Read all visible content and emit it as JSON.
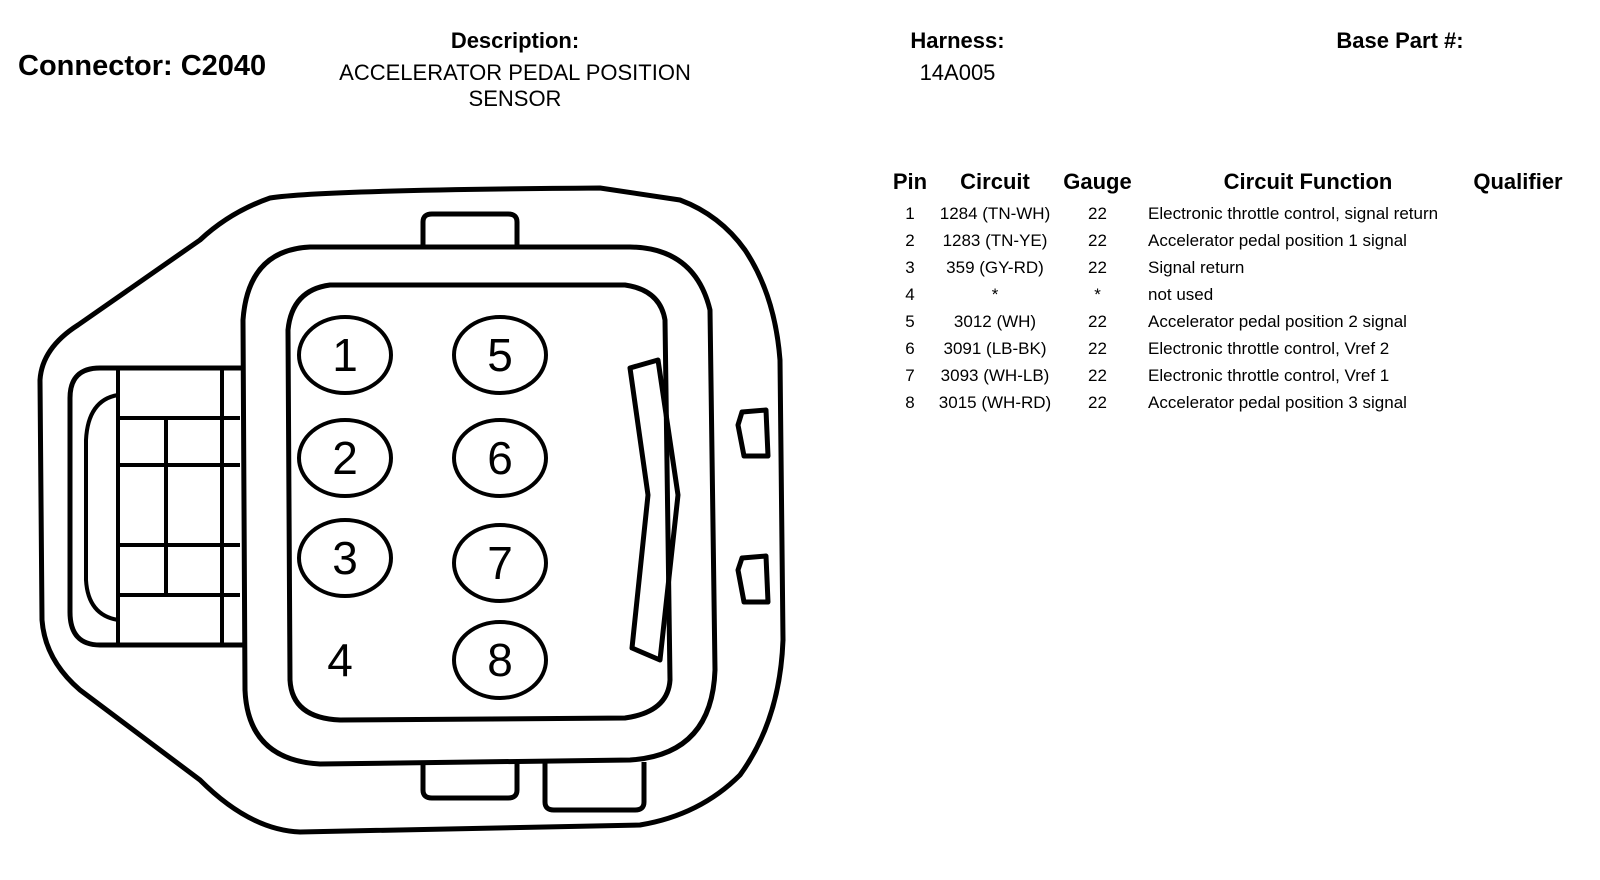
{
  "header": {
    "connector": "Connector: C2040",
    "description_label": "Description:",
    "description_line1": "ACCELERATOR PEDAL POSITION",
    "description_line2": "SENSOR",
    "harness_label": "Harness:",
    "harness_value": "14A005",
    "base_part_label": "Base Part #:"
  },
  "table": {
    "headers": {
      "pin": "Pin",
      "circuit": "Circuit",
      "gauge": "Gauge",
      "function": "Circuit Function",
      "qualifier": "Qualifier"
    },
    "rows": [
      {
        "pin": "1",
        "circuit": "1284 (TN-WH)",
        "gauge": "22",
        "function": "Electronic throttle control, signal return"
      },
      {
        "pin": "2",
        "circuit": "1283 (TN-YE)",
        "gauge": "22",
        "function": "Accelerator pedal position 1 signal"
      },
      {
        "pin": "3",
        "circuit": "359 (GY-RD)",
        "gauge": "22",
        "function": "Signal return"
      },
      {
        "pin": "4",
        "circuit": "*",
        "gauge": "*",
        "function": "not used"
      },
      {
        "pin": "5",
        "circuit": "3012 (WH)",
        "gauge": "22",
        "function": "Accelerator pedal position 2 signal"
      },
      {
        "pin": "6",
        "circuit": "3091 (LB-BK)",
        "gauge": "22",
        "function": "Electronic throttle control, Vref 2"
      },
      {
        "pin": "7",
        "circuit": "3093 (WH-LB)",
        "gauge": "22",
        "function": "Electronic throttle control, Vref 1"
      },
      {
        "pin": "8",
        "circuit": "3015 (WH-RD)",
        "gauge": "22",
        "function": "Accelerator pedal position 3 signal"
      }
    ]
  },
  "diagram": {
    "pins": [
      {
        "label": "1"
      },
      {
        "label": "2"
      },
      {
        "label": "3"
      },
      {
        "label": "4"
      },
      {
        "label": "5"
      },
      {
        "label": "6"
      },
      {
        "label": "7"
      },
      {
        "label": "8"
      }
    ]
  }
}
